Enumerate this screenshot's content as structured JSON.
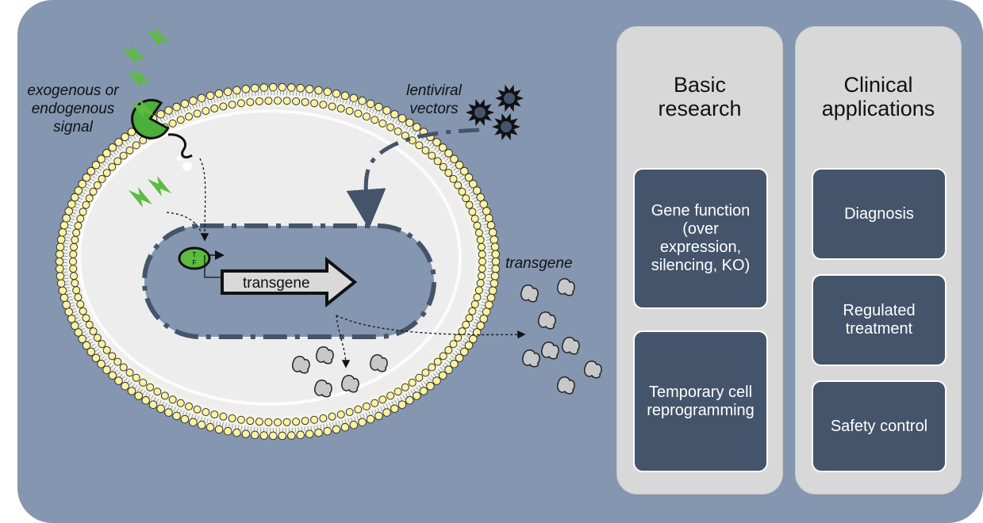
{
  "labels": {
    "signal": "exogenous or\nendogenous\nsignal",
    "vectors": "lentiviral\nvectors",
    "transgene_outside": "transgene",
    "transgene_arrow": "transgene",
    "tf_letters": "T\nF"
  },
  "panels": [
    {
      "title": "Basic\nresearch",
      "items": [
        "Gene function\n(over\nexpression,\nsilencing, KO)",
        "Temporary cell\nreprogramming"
      ]
    },
    {
      "title": "Clinical\napplications",
      "items": [
        "Diagnosis",
        "Regulated\ntreatment",
        "Safety control"
      ]
    }
  ],
  "colors": {
    "background": "#8496b0",
    "panel": "#d8d8d8",
    "item_box": "#44546a",
    "receptor": "#4caf3c",
    "lipid_head": "#fff3a0"
  }
}
